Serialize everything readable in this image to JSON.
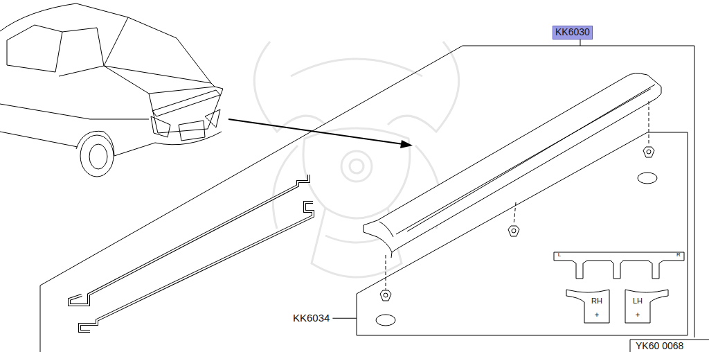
{
  "diagram": {
    "nodes": [
      {
        "text": [
          "KK6030"
        ]
      },
      {
        "text": [
          "L",
          "R"
        ]
      },
      {
        "text": [
          "RH",
          "+"
        ]
      },
      {
        "text": [
          "LH",
          "+"
        ]
      }
    ],
    "labels": [
      "KK6034",
      "YK60 0068"
    ]
  }
}
